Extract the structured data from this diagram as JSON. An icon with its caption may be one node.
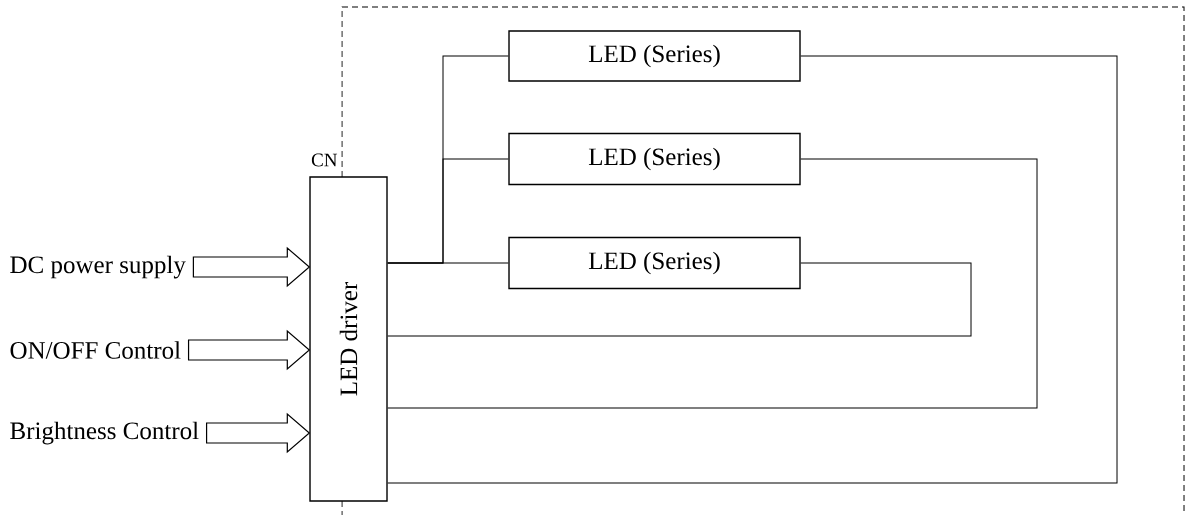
{
  "diagram": {
    "nodes": [
      {
        "text": [
          "LED driver"
        ]
      },
      {
        "text": [
          "LED (Series)"
        ]
      },
      {
        "text": [
          "LED (Series)"
        ]
      },
      {
        "text": [
          "LED (Series)"
        ]
      },
      {
        "text": [
          "DC power supply"
        ]
      },
      {
        "text": [
          "ON/OFF Control"
        ]
      },
      {
        "text": [
          "Brightness Control"
        ]
      }
    ],
    "edges": [
      {
        "from": 0,
        "to": 1,
        "arrow": "none"
      },
      {
        "from": 0,
        "to": 2,
        "arrow": "none"
      },
      {
        "from": 0,
        "to": 3,
        "arrow": "none"
      },
      {
        "from": 1,
        "to": 0,
        "arrow": "none"
      },
      {
        "from": 2,
        "to": 0,
        "arrow": "none"
      },
      {
        "from": 3,
        "to": 0,
        "arrow": "none"
      },
      {
        "from": 4,
        "to": 0,
        "arrow": "to"
      },
      {
        "from": 5,
        "to": 0,
        "arrow": "to"
      },
      {
        "from": 6,
        "to": 0,
        "arrow": "to"
      }
    ],
    "labels": [
      "CN"
    ]
  }
}
